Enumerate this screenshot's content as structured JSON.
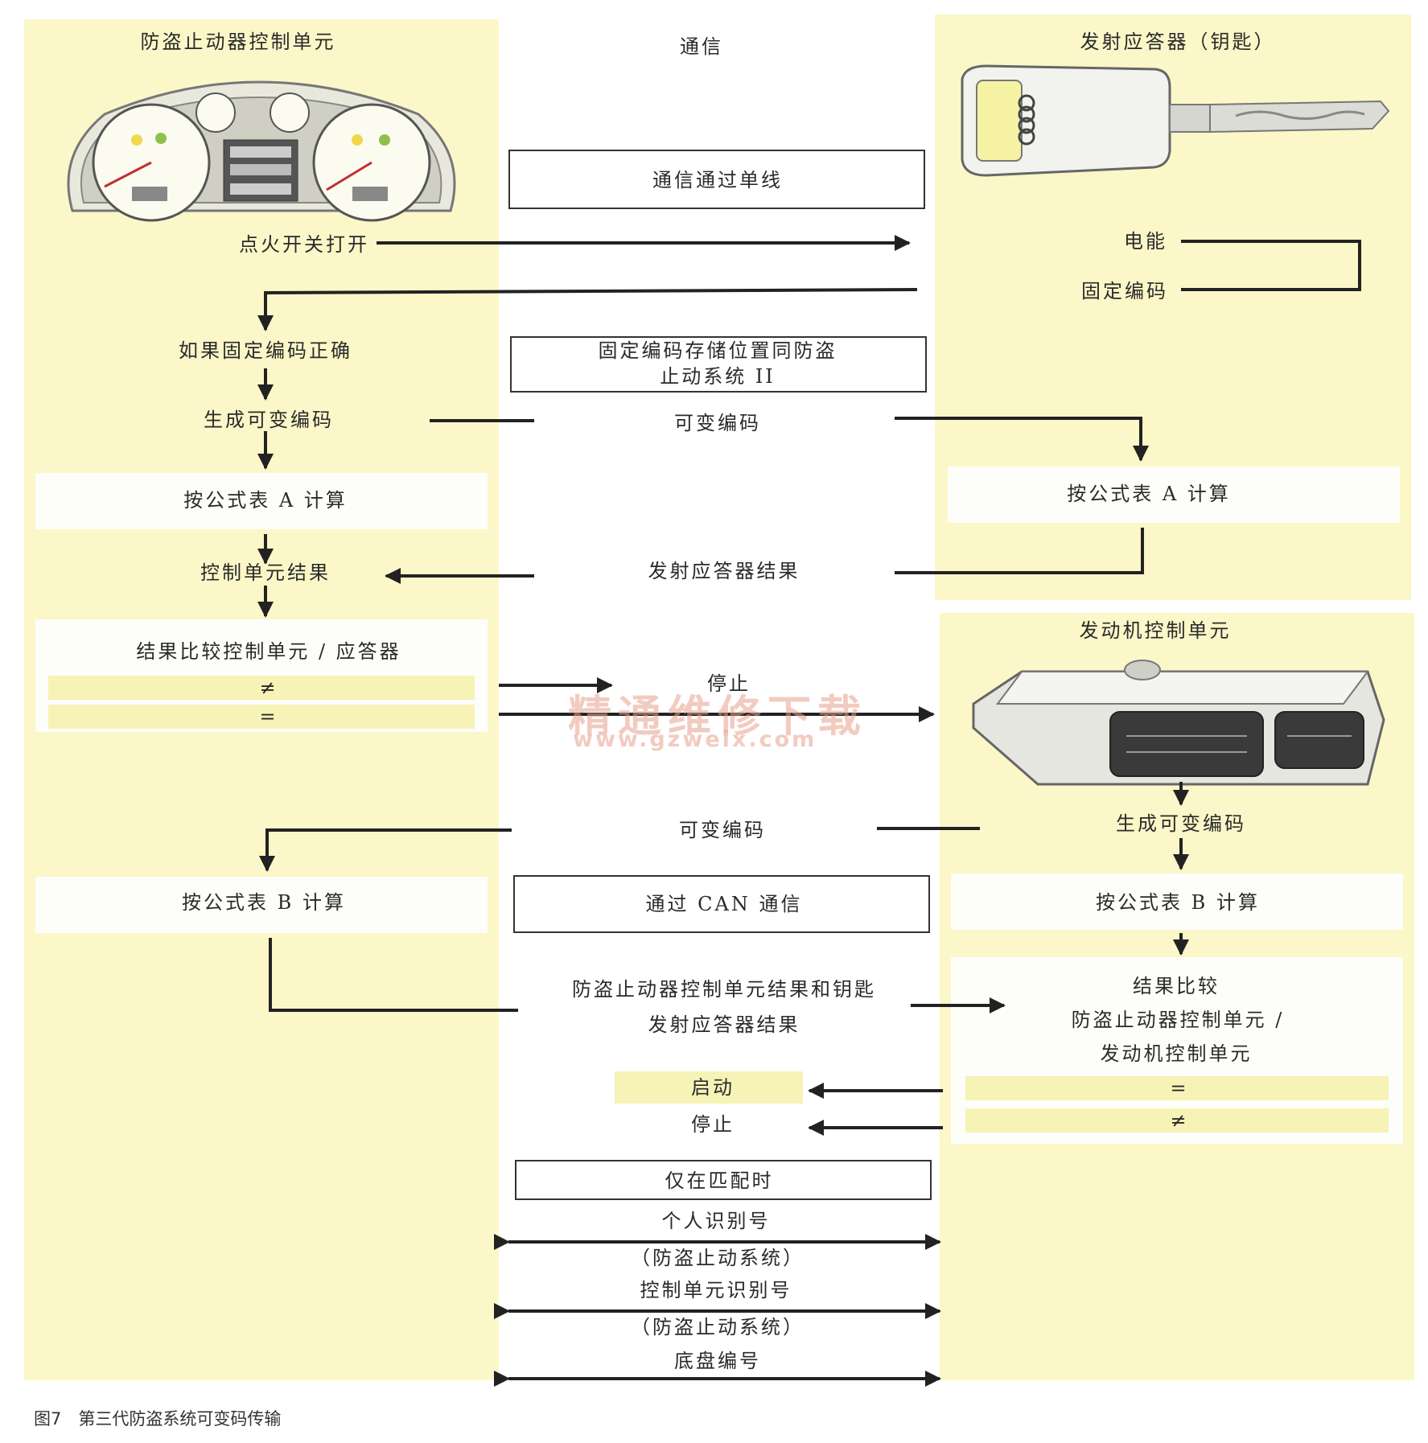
{
  "colors": {
    "panel": "#fbf7c8",
    "line": "#222222",
    "watermark": "#e8a08c"
  },
  "headers": {
    "immobilizer": "防盗止动器控制单元",
    "communication": "通信",
    "transponder": "发射应答器（钥匙）",
    "engine_ecu": "发动机控制单元"
  },
  "center": {
    "single_wire": "通信通过单线",
    "fixed_code_storage_l1": "固定编码存储位置同防盗",
    "fixed_code_storage_l2": "止动系统 II",
    "variable_code_1": "可变编码",
    "transponder_result": "发射应答器结果",
    "stop_1": "停止",
    "variable_code_2": "可变编码",
    "via_can": "通过 CAN 通信",
    "results_l1": "防盗止动器控制单元结果和钥匙",
    "results_l2": "发射应答器结果",
    "start": "启动",
    "stop_2": "停止",
    "only_when_matching": "仅在匹配时",
    "personal_id": "个人识别号",
    "immo_system_1": "（防盗止动系统）",
    "ecu_id": "控制单元识别号",
    "immo_system_2": "（防盗止动系统）",
    "chassis_no": "底盘编号"
  },
  "left": {
    "ignition_on": "点火开关打开",
    "if_fixed_code_ok": "如果固定编码正确",
    "generate_variable_code": "生成可变编码",
    "calc_table_a": "按公式表 A 计算",
    "ecu_result": "控制单元结果",
    "compare_title": "结果比较控制单元 / 应答器",
    "not_equal": "≠",
    "equal": "=",
    "calc_table_b": "按公式表 B 计算"
  },
  "right": {
    "energy": "电能",
    "fixed_code": "固定编码",
    "calc_table_a": "按公式表 A 计算",
    "generate_variable_code": "生成可变编码",
    "calc_table_b": "按公式表 B 计算",
    "compare_l1": "结果比较",
    "compare_l2": "防盗止动器控制单元 /",
    "compare_l3": "发动机控制单元",
    "equal": "=",
    "not_equal": "≠"
  },
  "watermark": {
    "line1": "精通维修下载",
    "line2": "www.gzweix.com"
  },
  "caption": "图7　第三代防盗系统可变码传输"
}
